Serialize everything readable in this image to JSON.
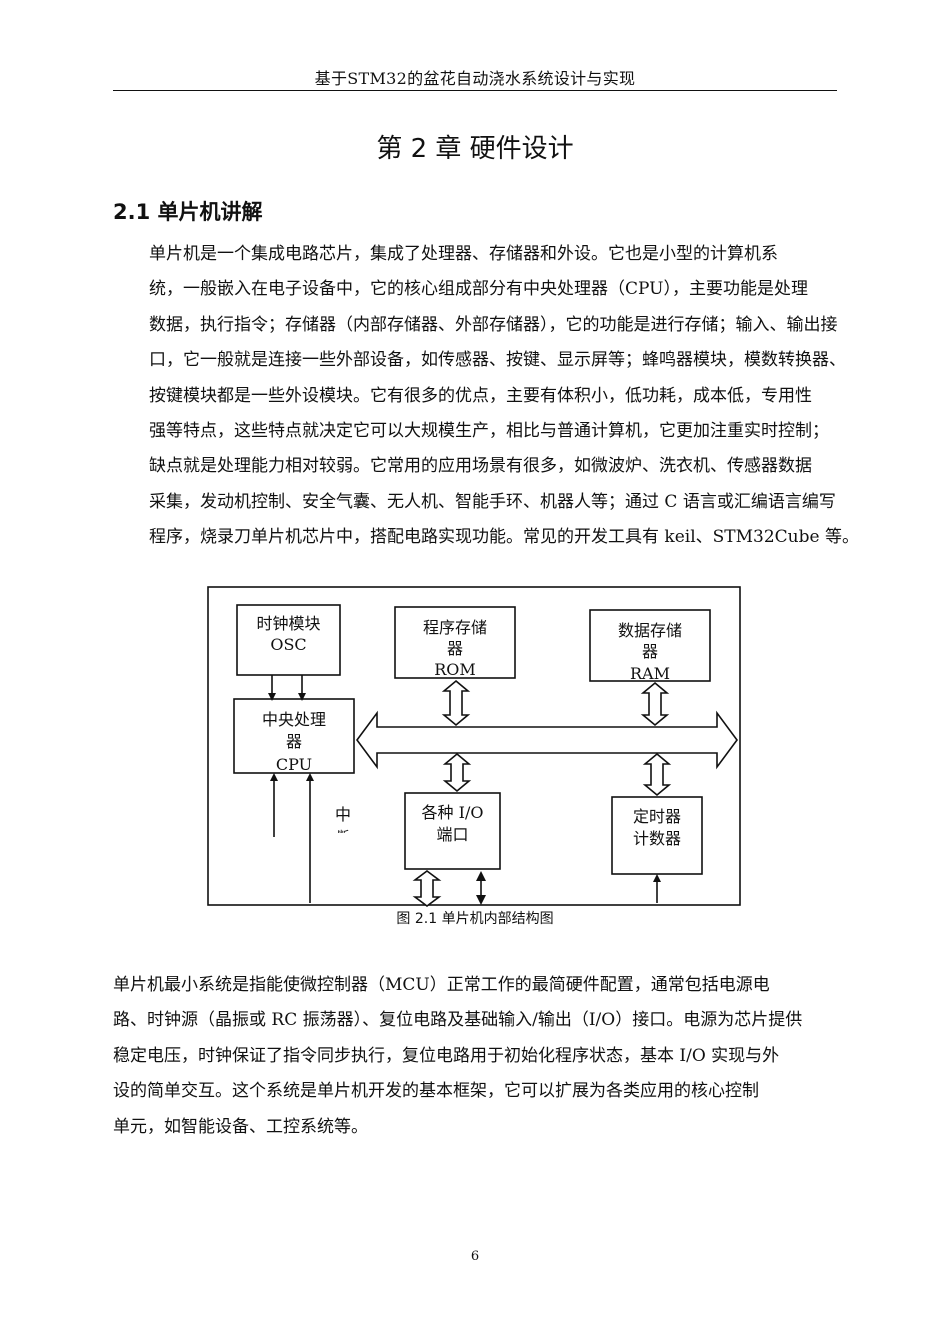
{
  "header": {
    "title": "基于STM32的盆花自动浇水系统设计与实现"
  },
  "chapter": {
    "title": "第 2 章  硬件设计"
  },
  "section": {
    "title": "2.1 单片机讲解"
  },
  "paragraph1": {
    "lines": [
      "单片机是一个集成电路芯片，集成了处理器、存储器和外设。它也是小型的计算机系",
      "统，一般嵌入在电子设备中，它的核心组成部分有中央处理器（CPU），主要功能是处理",
      "数据，执行指令；存储器（内部存储器、外部存储器），它的功能是进行存储；输入、输出接",
      "口，它一般就是连接一些外部设备，如传感器、按键、显示屏等；蜂鸣器模块，模数转换器、",
      "按键模块都是一些外设模块。它有很多的优点，主要有体积小，低功耗，成本低，专用性",
      "强等特点，这些特点就决定它可以大规模生产，相比与普通计算机，它更加注重实时控制；",
      "缺点就是处理能力相对较弱。它常用的应用场景有很多，如微波炉、洗衣机、传感器数据",
      "采集，发动机控制、安全气囊、无人机、智能手环、机器人等；通过 C 语言或汇编语言编写",
      "程序，烧录刀单片机芯片中，搭配电路实现功能。常见的开发工具有 keil、STM32Cube 等。"
    ]
  },
  "figure": {
    "osc": {
      "line1": "时钟模块",
      "line2": "OSC"
    },
    "rom": {
      "line1": "程序存储",
      "line2": "器",
      "line3": "ROM"
    },
    "ram": {
      "line1": "数据存储",
      "line2": "器",
      "line3": "RAM"
    },
    "cpu": {
      "line1": "中央处理",
      "line2": "器",
      "line3": "CPU"
    },
    "io": {
      "line1": "各种 I/O",
      "line2": "端口"
    },
    "timer": {
      "line1": "定时器",
      "line2": "计数器"
    },
    "interrupt": {
      "line1": "中",
      "line2": "断"
    },
    "caption": "图 2.1 单片机内部结构图"
  },
  "paragraph2": {
    "lines": [
      "单片机最小系统是指能使微控制器（MCU）正常工作的最简硬件配置，通常包括电源电",
      "路、时钟源（晶振或 RC 振荡器）、复位电路及基础输入/输出（I/O）接口。电源为芯片提供",
      "稳定电压，时钟保证了指令同步执行，复位电路用于初始化程序状态，基本 I/O 实现与外",
      "设的简单交互。这个系统是单片机开发的基本框架，它可以扩展为各类应用的核心控制",
      "单元，如智能设备、工控系统等。"
    ]
  },
  "footer": {
    "page_number": "6"
  }
}
